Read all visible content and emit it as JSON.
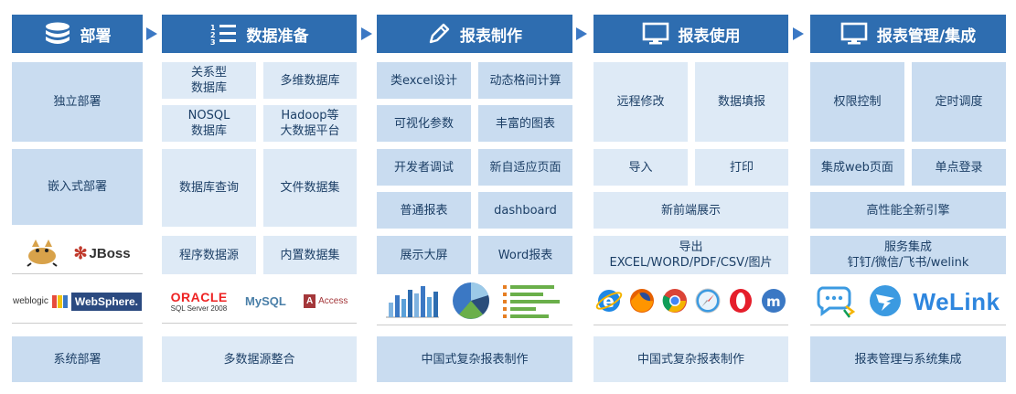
{
  "headers": [
    {
      "label": "部署",
      "icon": "database-icon"
    },
    {
      "label": "数据准备",
      "icon": "numbered-list-icon"
    },
    {
      "label": "报表制作",
      "icon": "pen-icon"
    },
    {
      "label": "报表使用",
      "icon": "monitor-icon"
    },
    {
      "label": "报表管理/集成",
      "icon": "monitor-icon"
    }
  ],
  "deploy": {
    "standalone": "独立部署",
    "embedded": "嵌入式部署",
    "logos_row1": [
      "JBoss"
    ],
    "logos_row2": [
      "weblogic",
      "WebSphere."
    ],
    "footer": "系统部署"
  },
  "data_prep": {
    "relational": "关系型\n数据库",
    "multidim": "多维数据库",
    "nosql": "NOSQL\n数据库",
    "hadoop": "Hadoop等\n大数据平台",
    "db_query": "数据库查询",
    "file_dataset": "文件数据集",
    "program_source": "程序数据源",
    "builtin_dataset": "内置数据集",
    "logos": [
      "ORACLE",
      "SQL Server 2008",
      "MySQL",
      "Access"
    ],
    "footer": "多数据源整合"
  },
  "report_make": {
    "excel_design": "类excel设计",
    "dynamic_calc": "动态格间计算",
    "visual_params": "可视化参数",
    "rich_charts": "丰富的图表",
    "dev_debug": "开发者调试",
    "adaptive_page": "新自适应页面",
    "normal_report": "普通报表",
    "dashboard": "dashboard",
    "big_screen": "展示大屏",
    "word_report": "Word报表",
    "footer": "中国式复杂报表制作"
  },
  "report_use": {
    "remote_edit": "远程修改",
    "data_fill": "数据填报",
    "import": "导入",
    "print": "打印",
    "frontend": "新前端展示",
    "export": "导出\nEXCEL/WORD/PDF/CSV/图片",
    "footer": "中国式复杂报表制作"
  },
  "report_manage": {
    "permission": "权限控制",
    "schedule": "定时调度",
    "web_integrate": "集成web页面",
    "sso": "单点登录",
    "engine": "高性能全新引擎",
    "service_integrate": "服务集成\n钉钉/微信/飞书/welink",
    "welink": "WeLink",
    "footer": "报表管理与系统集成"
  },
  "colors": {
    "header": "#2e6db0",
    "arrow": "#3b78c4",
    "cell_dark": "#c9dcf0",
    "cell_light": "#deeaf6",
    "text": "#1c3f66"
  }
}
